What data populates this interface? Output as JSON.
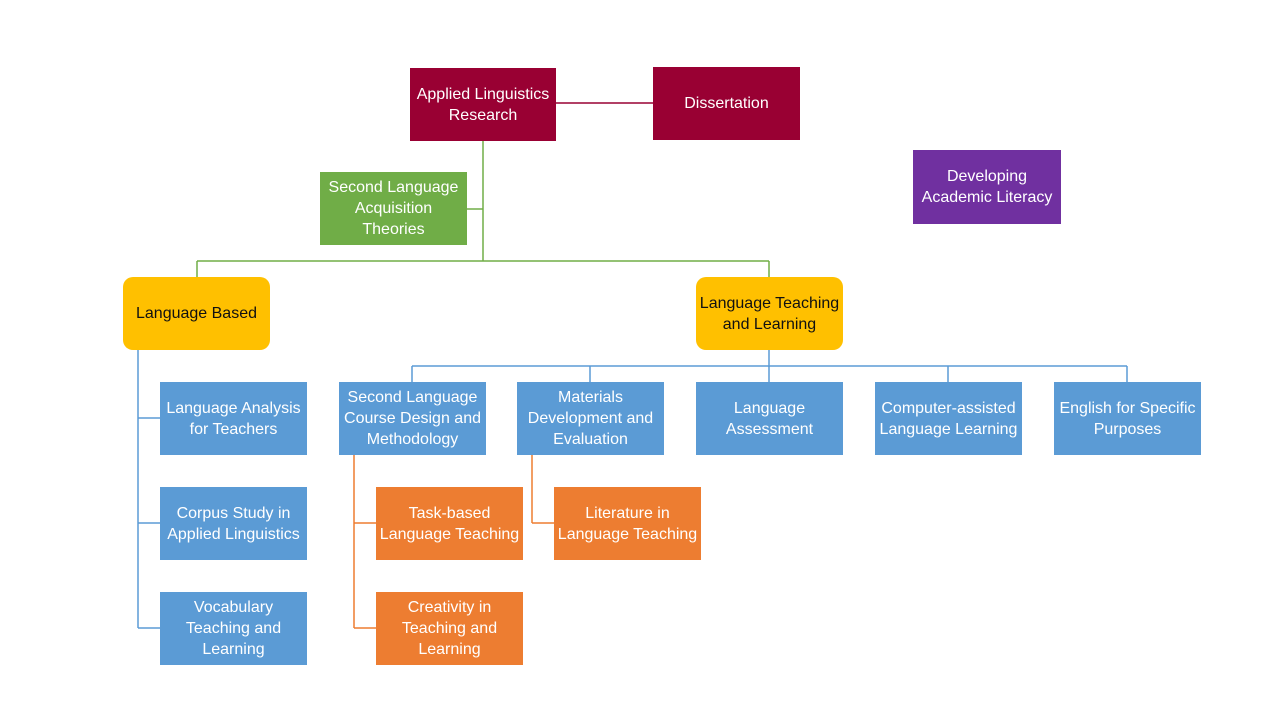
{
  "colors": {
    "maroon": "#990033",
    "green": "#70ad47",
    "purple": "#7030a0",
    "gold": "#ffc000",
    "blue": "#5b9bd5",
    "orange": "#ed7d31"
  },
  "nodes": {
    "applied_linguistics_research": "Applied Linguistics Research",
    "dissertation": "Dissertation",
    "developing_academic_literacy": "Developing Academic Literacy",
    "sla_theories": "Second Language Acquisition Theories",
    "language_based": "Language Based",
    "language_teaching_learning": "Language Teaching and Learning",
    "language_analysis_teachers": "Language Analysis for Teachers",
    "corpus_study": "Corpus Study in Applied Linguistics",
    "vocabulary_teaching": "Vocabulary Teaching and Learning",
    "sl_course_design": "Second Language Course Design and Methodology",
    "materials_development": "Materials Development and Evaluation",
    "language_assessment": "Language Assessment",
    "call": "Computer-assisted Language Learning",
    "esp": "English for Specific Purposes",
    "task_based": "Task-based Language Teaching",
    "literature_teaching": "Literature in Language Teaching",
    "creativity": "Creativity in Teaching and Learning"
  }
}
